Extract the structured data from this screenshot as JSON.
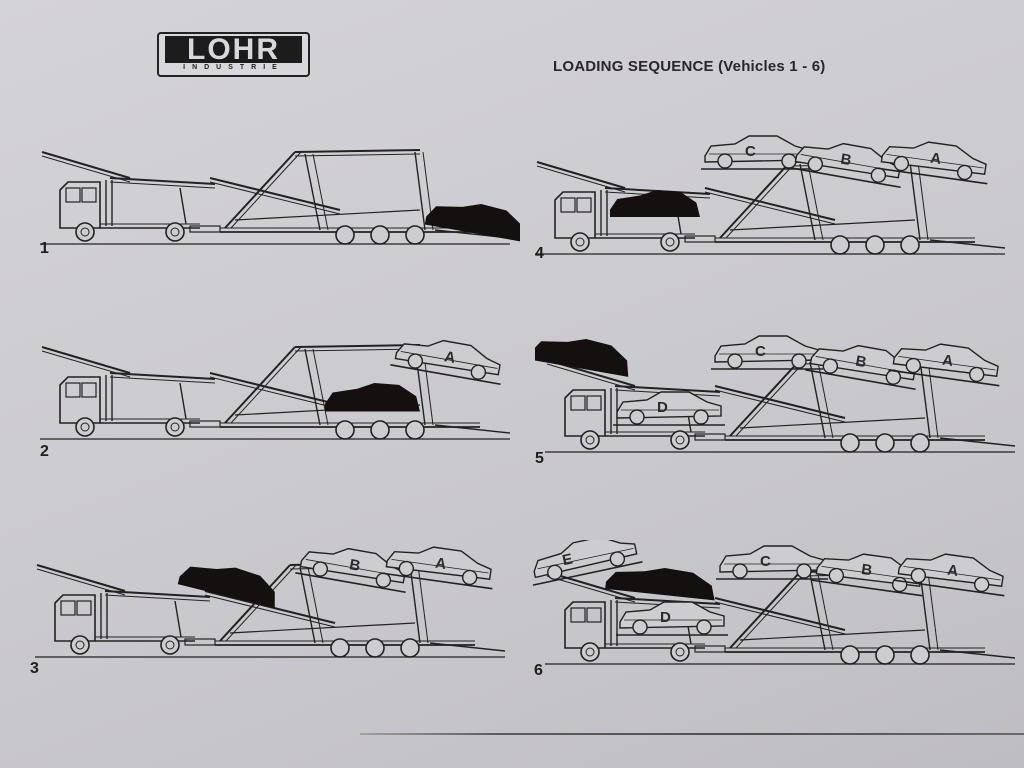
{
  "document": {
    "brand": {
      "name": "LOHR",
      "subtitle": "INDUSTRIE"
    },
    "title": "LOADING SEQUENCE (Vehicles 1 - 6)",
    "steps": [
      {
        "number": "1",
        "loaded_vehicles": [],
        "loading_vehicle": "dark (unlabeled, on rear ramp)"
      },
      {
        "number": "2",
        "loaded_vehicles": [
          "A"
        ],
        "loading_vehicle": "dark (unlabeled, lower trailer deck)"
      },
      {
        "number": "3",
        "loaded_vehicles": [
          "B",
          "A"
        ],
        "loading_vehicle": "dark (unlabeled, on front trailer ramp)"
      },
      {
        "number": "4",
        "loaded_vehicles": [
          "C",
          "B",
          "A"
        ],
        "loading_vehicle": "dark (unlabeled, truck lower deck)"
      },
      {
        "number": "5",
        "loaded_vehicles": [
          "C",
          "B",
          "A",
          "D"
        ],
        "loading_vehicle": "dark (unlabeled, above truck cab)"
      },
      {
        "number": "6",
        "loaded_vehicles": [
          "E",
          "C",
          "B",
          "A",
          "D"
        ],
        "loading_vehicle": "dark (unlabeled, truck upper deck)"
      }
    ],
    "colors": {
      "paper": "#cdccd1",
      "ink": "#1e1e1e",
      "loading_vehicle_fill": "#141010"
    }
  }
}
